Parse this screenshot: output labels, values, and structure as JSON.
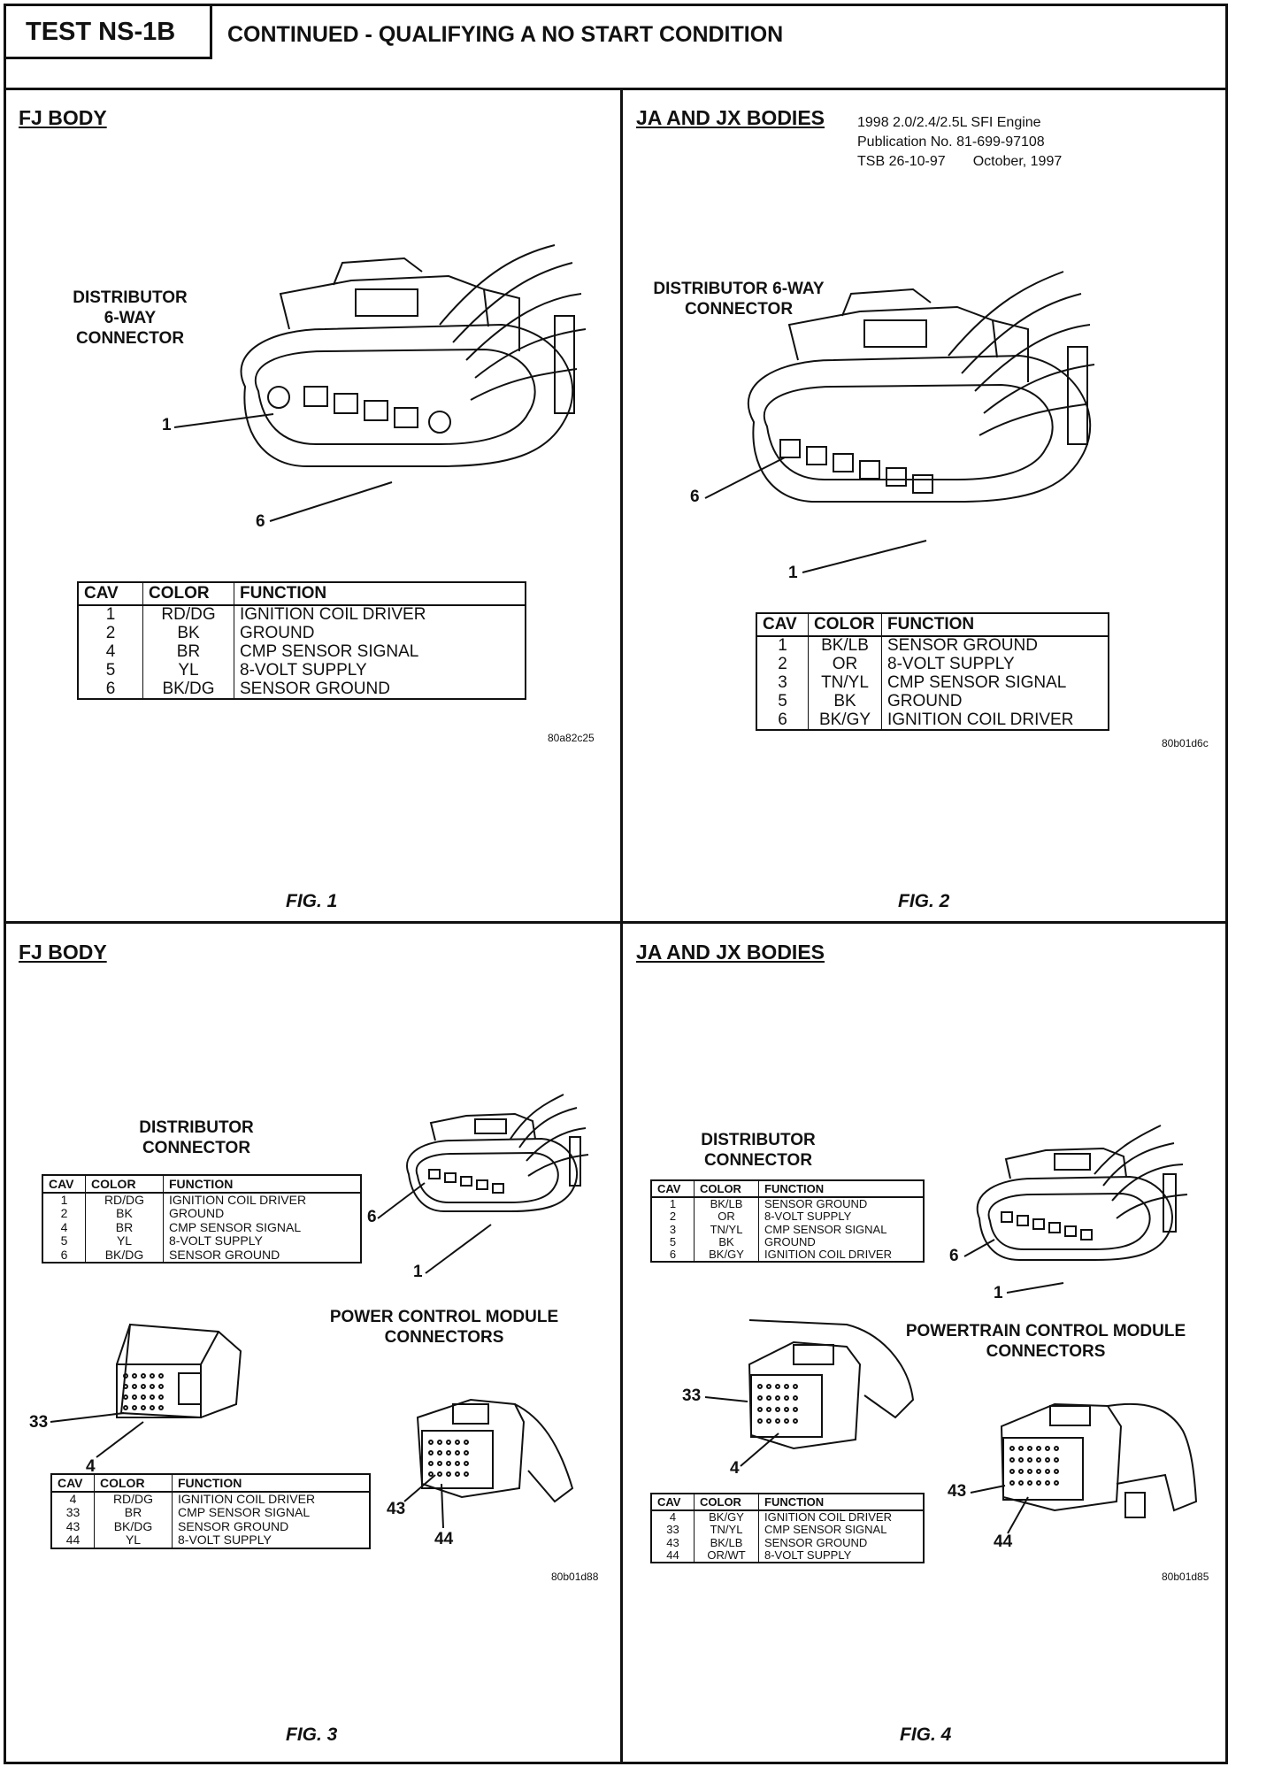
{
  "header": {
    "test_id": "TEST NS-1B",
    "title": "CONTINUED - QUALIFYING A NO START CONDITION"
  },
  "publication": {
    "engine": "1998 2.0/2.4/2.5L SFI Engine",
    "pub_no": "Publication No. 81-699-97108",
    "tsb": "TSB 26-10-97       October, 1997"
  },
  "fig1": {
    "section": "FJ BODY",
    "label_lines": [
      "DISTRIBUTOR",
      "6-WAY",
      "CONNECTOR"
    ],
    "callouts": [
      "1",
      "6"
    ],
    "table": {
      "headers": [
        "CAV",
        "COLOR",
        "FUNCTION"
      ],
      "rows": [
        [
          "1",
          "RD/DG",
          "IGNITION COIL DRIVER"
        ],
        [
          "2",
          "BK",
          "GROUND"
        ],
        [
          "4",
          "BR",
          "CMP SENSOR SIGNAL"
        ],
        [
          "5",
          "YL",
          "8-VOLT SUPPLY"
        ],
        [
          "6",
          "BK/DG",
          "SENSOR GROUND"
        ]
      ]
    },
    "code": "80a82c25",
    "caption": "FIG. 1"
  },
  "fig2": {
    "section": "JA AND JX BODIES",
    "label_lines": [
      "DISTRIBUTOR 6-WAY",
      "CONNECTOR"
    ],
    "callouts": [
      "6",
      "1"
    ],
    "table": {
      "headers": [
        "CAV",
        "COLOR",
        "FUNCTION"
      ],
      "rows": [
        [
          "1",
          "BK/LB",
          "SENSOR GROUND"
        ],
        [
          "2",
          "OR",
          "8-VOLT SUPPLY"
        ],
        [
          "3",
          "TN/YL",
          "CMP SENSOR SIGNAL"
        ],
        [
          "5",
          "BK",
          "GROUND"
        ],
        [
          "6",
          "BK/GY",
          "IGNITION COIL DRIVER"
        ]
      ]
    },
    "code": "80b01d6c",
    "caption": "FIG. 2"
  },
  "fig3": {
    "section": "FJ BODY",
    "dist_label_lines": [
      "DISTRIBUTOR",
      "CONNECTOR"
    ],
    "dist_table": {
      "headers": [
        "CAV",
        "COLOR",
        "FUNCTION"
      ],
      "rows": [
        [
          "1",
          "RD/DG",
          "IGNITION COIL DRIVER"
        ],
        [
          "2",
          "BK",
          "GROUND"
        ],
        [
          "4",
          "BR",
          "CMP SENSOR SIGNAL"
        ],
        [
          "5",
          "YL",
          "8-VOLT SUPPLY"
        ],
        [
          "6",
          "BK/DG",
          "SENSOR GROUND"
        ]
      ]
    },
    "dist_callouts": [
      "6",
      "1"
    ],
    "pcm_label_lines": [
      "POWER CONTROL MODULE",
      "CONNECTORS"
    ],
    "pcm_callouts": [
      "33",
      "4",
      "43",
      "44"
    ],
    "pcm_table": {
      "headers": [
        "CAV",
        "COLOR",
        "FUNCTION"
      ],
      "rows": [
        [
          "4",
          "RD/DG",
          "IGNITION COIL DRIVER"
        ],
        [
          "33",
          "BR",
          "CMP SENSOR SIGNAL"
        ],
        [
          "43",
          "BK/DG",
          "SENSOR GROUND"
        ],
        [
          "44",
          "YL",
          "8-VOLT SUPPLY"
        ]
      ]
    },
    "code": "80b01d88",
    "caption": "FIG. 3"
  },
  "fig4": {
    "section": "JA AND JX BODIES",
    "dist_label_lines": [
      "DISTRIBUTOR",
      "CONNECTOR"
    ],
    "dist_table": {
      "headers": [
        "CAV",
        "COLOR",
        "FUNCTION"
      ],
      "rows": [
        [
          "1",
          "BK/LB",
          "SENSOR GROUND"
        ],
        [
          "2",
          "OR",
          "8-VOLT SUPPLY"
        ],
        [
          "3",
          "TN/YL",
          "CMP SENSOR SIGNAL"
        ],
        [
          "5",
          "BK",
          "GROUND"
        ],
        [
          "6",
          "BK/GY",
          "IGNITION COIL DRIVER"
        ]
      ]
    },
    "dist_callouts": [
      "6",
      "1"
    ],
    "pcm_label_lines": [
      "POWERTRAIN CONTROL MODULE",
      "CONNECTORS"
    ],
    "pcm_callouts": [
      "33",
      "4",
      "43",
      "44"
    ],
    "pcm_table": {
      "headers": [
        "CAV",
        "COLOR",
        "FUNCTION"
      ],
      "rows": [
        [
          "4",
          "BK/GY",
          "IGNITION COIL DRIVER"
        ],
        [
          "33",
          "TN/YL",
          "CMP SENSOR SIGNAL"
        ],
        [
          "43",
          "BK/LB",
          "SENSOR GROUND"
        ],
        [
          "44",
          "OR/WT",
          "8-VOLT SUPPLY"
        ]
      ]
    },
    "code": "80b01d85",
    "caption": "FIG. 4"
  }
}
